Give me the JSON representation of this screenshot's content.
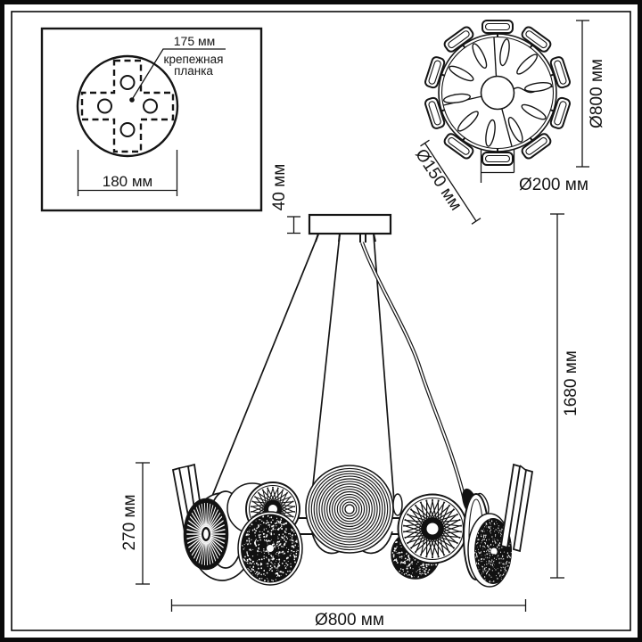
{
  "page": {
    "background": "#ffffff",
    "line_color": "#151515",
    "description": "Technical line drawing of a suspended chandelier: mounting plate detail, top view, front elevation with dimensions"
  },
  "mount_plate_detail": {
    "labels": {
      "plate_span": "175 мм",
      "plate_name_line1": "крепежная",
      "plate_name_line2": "планка",
      "base_width": "180 мм"
    }
  },
  "top_view": {
    "labels": {
      "overall_diameter": "Ø800 мм",
      "shade_diameter": "Ø150 мм",
      "hub_diameter": "Ø200 мм"
    }
  },
  "front_view": {
    "labels": {
      "canopy_height": "40 мм",
      "suspension_height": "1680 мм",
      "body_height": "270 мм",
      "body_diameter": "Ø800 мм"
    }
  }
}
